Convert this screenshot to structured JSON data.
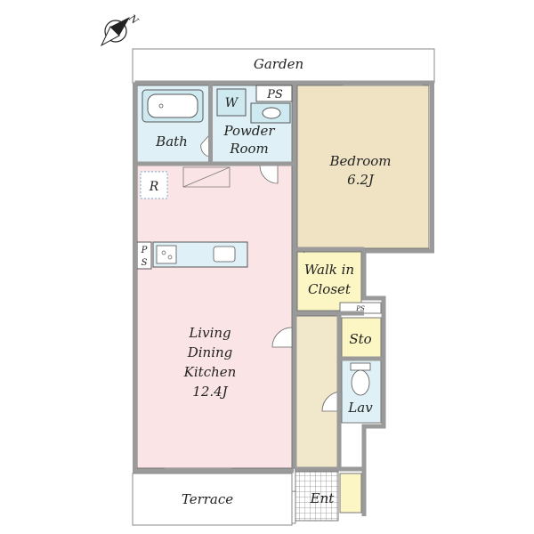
{
  "colors": {
    "wall": "#9a9a9a",
    "living": "#fbe4e6",
    "bedroom": "#efe3c4",
    "wet": "#dff1f6",
    "closet": "#fbf6c4",
    "hall": "#f1e8cc",
    "outdoor": "#ffffff",
    "line": "#555555"
  },
  "compass": {
    "label": "N"
  },
  "rooms": {
    "garden": "Garden",
    "bath": "Bath",
    "w": "W",
    "ps_top": "PS",
    "powder_line1": "Powder",
    "powder_line2": "Room",
    "bedroom_line1": "Bedroom",
    "bedroom_line2": "6.2J",
    "r": "R",
    "ps_left_line1": "P",
    "ps_left_line2": "S",
    "walkin_line1": "Walk in",
    "walkin_line2": "Closet",
    "ps_small": "PS",
    "sto": "Sto",
    "ldk_line1": "Living",
    "ldk_line2": "Dining",
    "ldk_line3": "Kitchen",
    "ldk_line4": "12.4J",
    "lav": "Lav",
    "terrace": "Terrace",
    "ent": "Ent"
  }
}
